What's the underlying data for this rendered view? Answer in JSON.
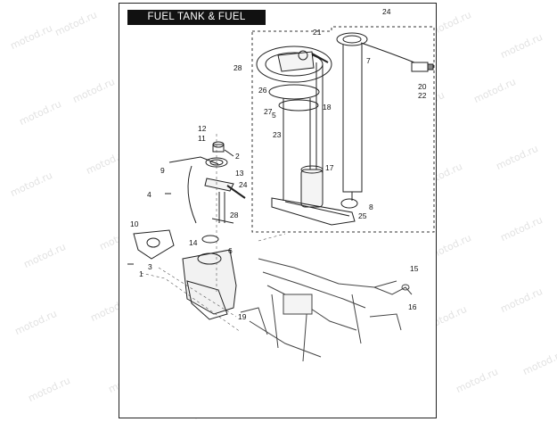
{
  "watermark": "motod.ru",
  "title": "FUEL TANK & FUEL MODULE",
  "callouts": [
    "1",
    "2",
    "3",
    "4",
    "5",
    "6",
    "7",
    "8",
    "9",
    "10",
    "11",
    "12",
    "13",
    "14",
    "15",
    "16",
    "17",
    "18",
    "19",
    "20",
    "21",
    "22",
    "23",
    "24",
    "25",
    "26",
    "27",
    "28"
  ],
  "labels": [
    {
      "text": "24"
    },
    {
      "text": "21"
    },
    {
      "text": "7"
    },
    {
      "text": "28"
    },
    {
      "text": "26"
    },
    {
      "text": "27"
    },
    {
      "text": "5"
    },
    {
      "text": "18"
    },
    {
      "text": "23"
    },
    {
      "text": "17"
    },
    {
      "text": "20"
    },
    {
      "text": "22"
    },
    {
      "text": "8"
    },
    {
      "text": "25"
    },
    {
      "text": "12"
    },
    {
      "text": "11"
    },
    {
      "text": "2"
    },
    {
      "text": "9"
    },
    {
      "text": "13"
    },
    {
      "text": "24"
    },
    {
      "text": "4"
    },
    {
      "text": "28"
    },
    {
      "text": "10"
    },
    {
      "text": "14"
    },
    {
      "text": "6"
    },
    {
      "text": "3"
    },
    {
      "text": "1"
    },
    {
      "text": "19"
    },
    {
      "text": "15"
    },
    {
      "text": "16"
    }
  ]
}
